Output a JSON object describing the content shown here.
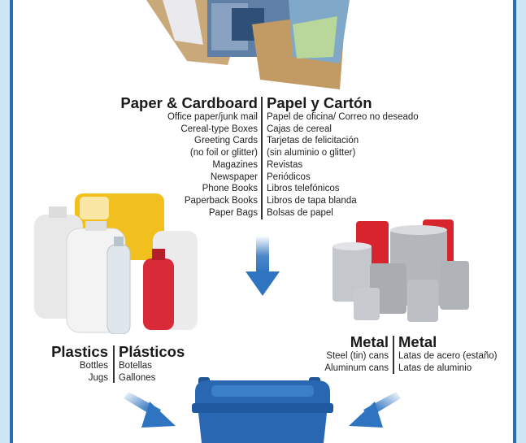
{
  "paper": {
    "heading_en": "Paper & Cardboard",
    "heading_es": "Papel y Cartón",
    "items_en": [
      "Office paper/junk mail",
      "Cereal-type Boxes",
      "Greeting Cards",
      "(no foil or glitter)",
      "Magazines",
      "Newspaper",
      "Phone Books",
      "Paperback Books",
      "Paper Bags"
    ],
    "items_es": [
      "Papel de oficina/ Correo no deseado",
      "Cajas de cereal",
      "Tarjetas de felicitación",
      "(sin aluminio o glitter)",
      "Revistas",
      "Periódicos",
      "Libros telefónicos",
      "Libros de tapa blanda",
      "Bolsas de papel"
    ]
  },
  "plastics": {
    "heading_en": "Plastics",
    "heading_es": "Plásticos",
    "items_en": [
      "Bottles",
      "Jugs"
    ],
    "items_es": [
      "Botellas",
      "Gallones"
    ]
  },
  "metal": {
    "heading_en": "Metal",
    "heading_es": "Metal",
    "items_en": [
      "Steel (tin) cans",
      "Aluminum cans"
    ],
    "items_es": [
      "Latas de acero (estaño)",
      "Latas de aluminio"
    ]
  },
  "colors": {
    "frame_blue": "#2a6fb6",
    "frame_light": "#cfe6f7",
    "arrow_blue": "#2f74c0",
    "bin_blue": "#2a67b2"
  },
  "icons": [
    "paper-stack-illustration",
    "plastic-containers-illustration",
    "metal-cans-illustration",
    "down-arrow-icon",
    "arrow-right-down-icon",
    "arrow-left-down-icon",
    "recycling-bin-illustration"
  ]
}
